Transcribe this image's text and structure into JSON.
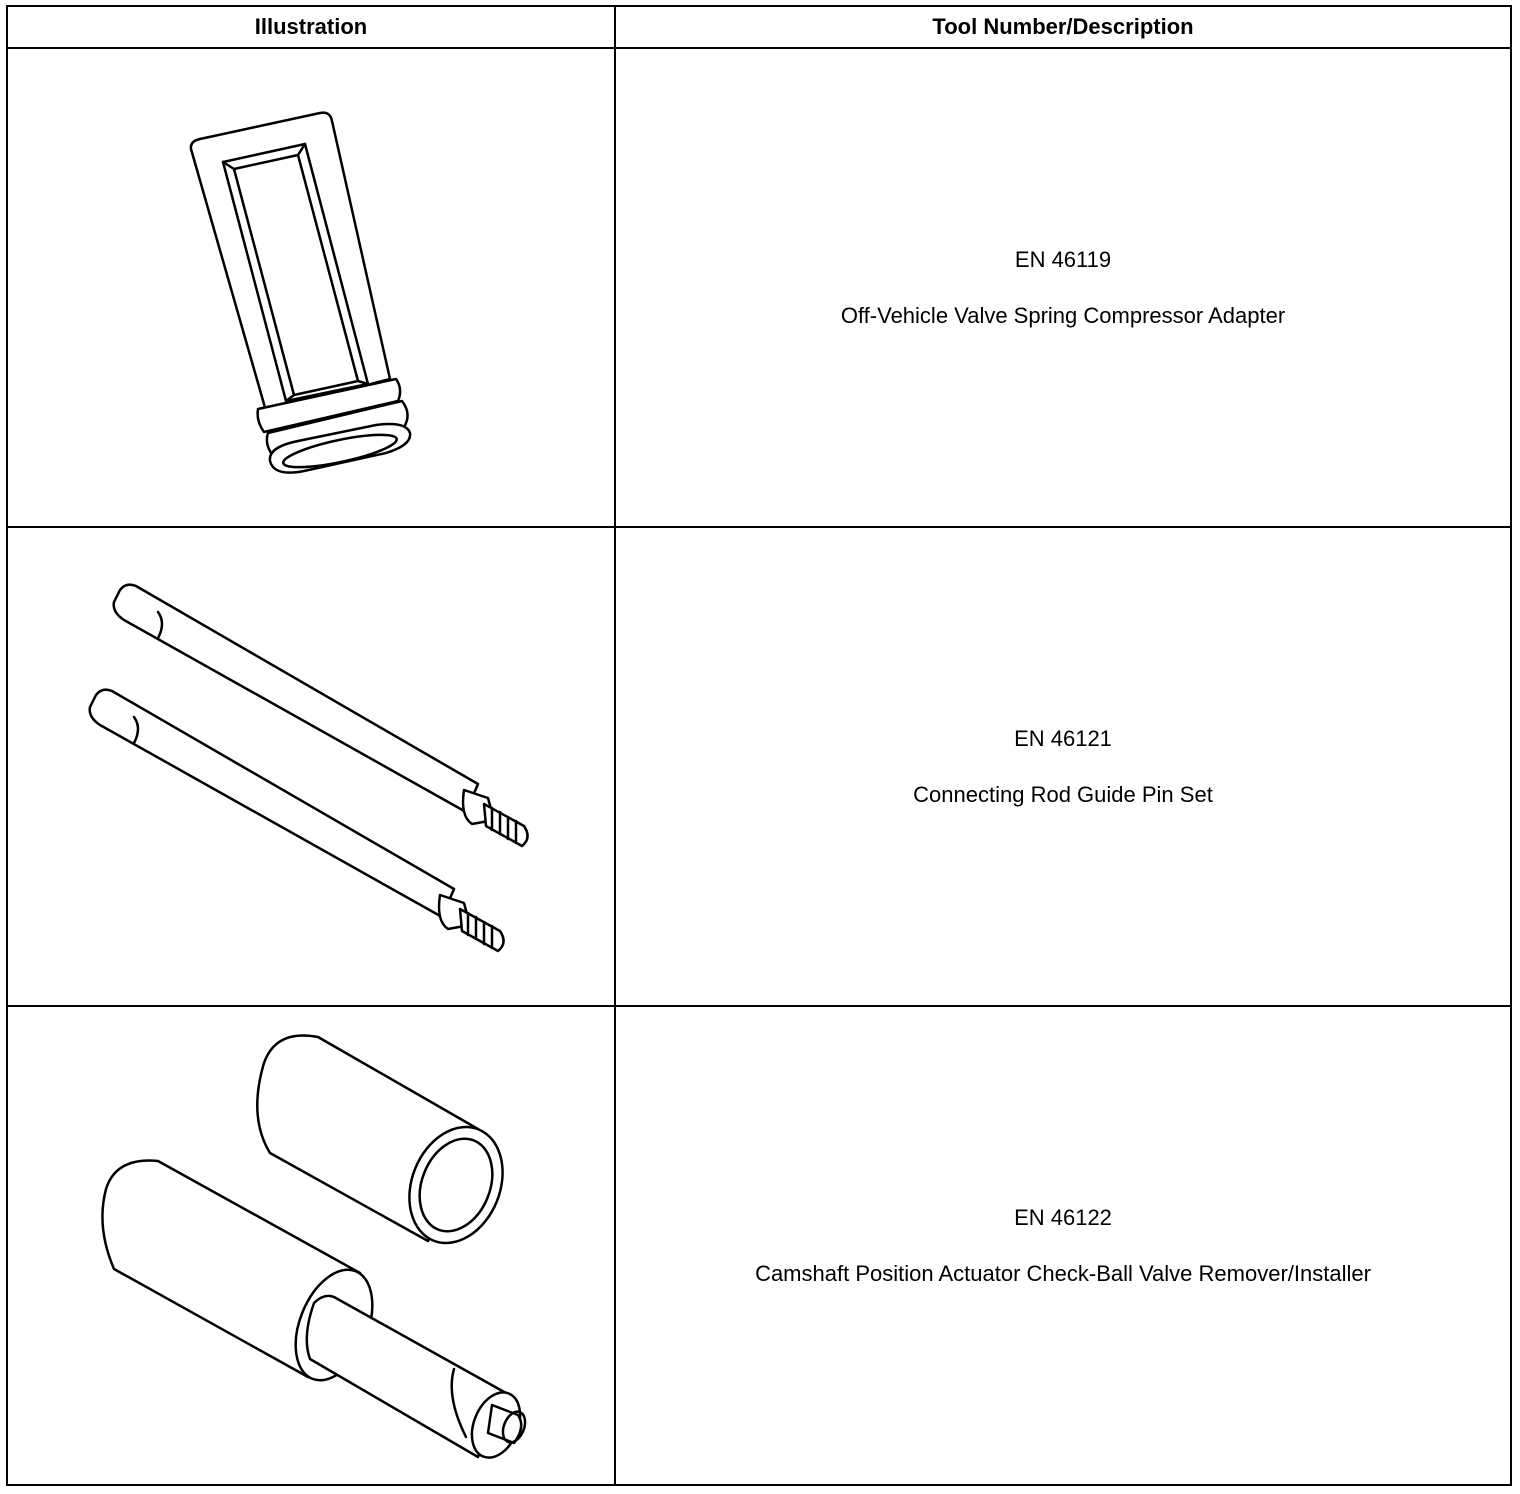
{
  "table": {
    "headers": {
      "illustration": "Illustration",
      "tool": "Tool Number/Description"
    },
    "rows": [
      {
        "tool_number": "EN 46119",
        "description": "Off-Vehicle Valve Spring Compressor Adapter",
        "illustration_icon": "valve-spring-compressor-adapter-illustration"
      },
      {
        "tool_number": "EN 46121",
        "description": "Connecting Rod Guide Pin Set",
        "illustration_icon": "connecting-rod-guide-pin-set-illustration"
      },
      {
        "tool_number": "EN 46122",
        "description": "Camshaft Position Actuator Check-Ball Valve Remover/Installer",
        "illustration_icon": "check-ball-valve-remover-installer-illustration"
      }
    ]
  }
}
